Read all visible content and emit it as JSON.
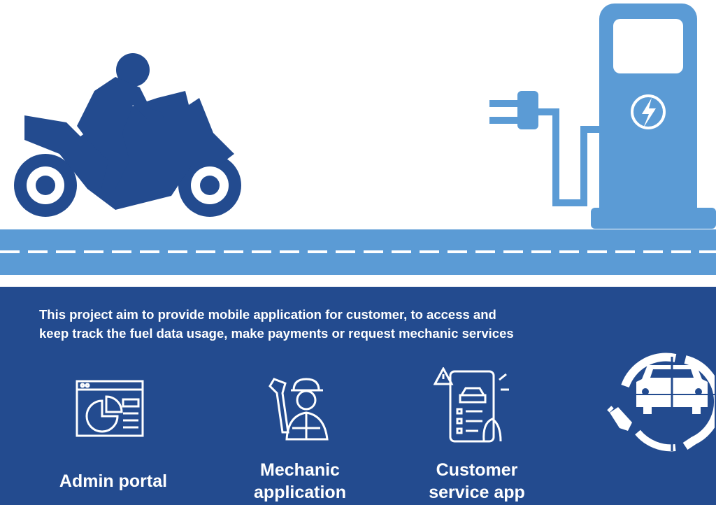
{
  "description": "This project aim to provide mobile application for customer, to access and keep track the fuel data usage, make payments or request mechanic services",
  "features": [
    {
      "label_line1": "Admin portal",
      "label_line2": "",
      "icon": "dashboard-icon"
    },
    {
      "label_line1": "Mechanic",
      "label_line2": "application",
      "icon": "mechanic-icon"
    },
    {
      "label_line1": "Customer",
      "label_line2": "service app",
      "icon": "phone-car-service-icon"
    }
  ],
  "colors": {
    "dark_blue": "#234b8f",
    "light_blue": "#5b9bd5",
    "white": "#ffffff"
  }
}
